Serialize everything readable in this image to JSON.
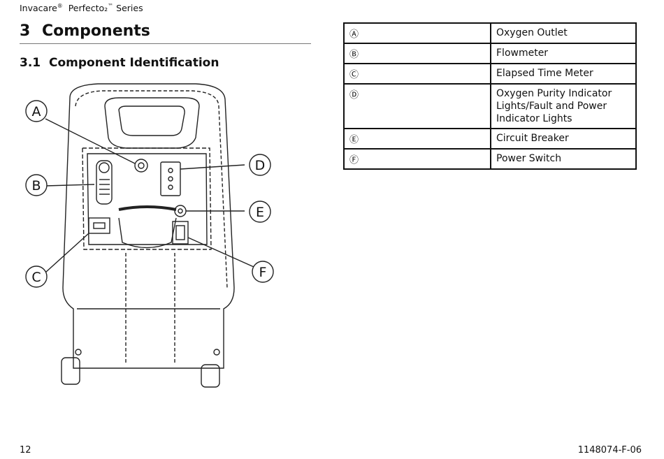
{
  "header": {
    "brand": "Invacare",
    "brand_mark": "®",
    "product": "Perfecto₂",
    "product_mark": "™",
    "series": "Series"
  },
  "section": {
    "number": "3",
    "title": "Components"
  },
  "subsection": {
    "number": "3.1",
    "title": "Component Identification"
  },
  "figure": {
    "callouts": {
      "a": "A",
      "b": "B",
      "c": "C",
      "d": "D",
      "e": "E",
      "f": "F"
    }
  },
  "components": [
    {
      "letter": "Ⓐ",
      "name": "Oxygen Outlet"
    },
    {
      "letter": "Ⓑ",
      "name": "Flowmeter"
    },
    {
      "letter": "Ⓒ",
      "name": "Elapsed Time Meter"
    },
    {
      "letter": "Ⓓ",
      "name": "Oxygen Purity Indicator Lights/Fault and Power Indicator Lights"
    },
    {
      "letter": "Ⓔ",
      "name": "Circuit Breaker"
    },
    {
      "letter": "Ⓕ",
      "name": "Power Switch"
    }
  ],
  "footer": {
    "page_number": "12",
    "doc_code": "1148074-F-06"
  }
}
